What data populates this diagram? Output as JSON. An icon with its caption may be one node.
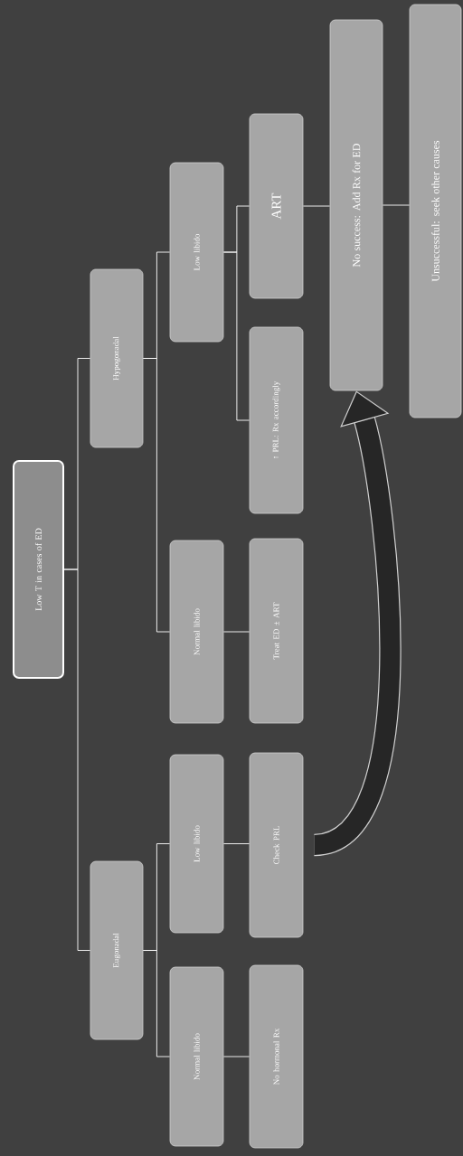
{
  "diagram": {
    "nodes": [
      {
        "text": [
          "Low T in cases of ED"
        ]
      },
      {
        "text": [
          "Eugonadal"
        ]
      },
      {
        "text": [
          "Hypogonadal"
        ]
      },
      {
        "text": [
          "Normal libido"
        ]
      },
      {
        "text": [
          "Low libido"
        ]
      },
      {
        "text": [
          "Normal libido"
        ]
      },
      {
        "text": [
          "Low libido"
        ]
      },
      {
        "text": [
          "No hormonal Rx"
        ]
      },
      {
        "text": [
          "Check PRL"
        ]
      },
      {
        "text": [
          "Treat ED ± ART"
        ]
      },
      {
        "text": [
          "↑ PRL: Rx accordingly"
        ]
      },
      {
        "text": [
          "ART"
        ]
      },
      {
        "text": [
          "No success: Add Rx for ED"
        ]
      },
      {
        "text": [
          "Unsuccessful: seek other causes"
        ]
      }
    ],
    "edges": [
      {
        "from": 0,
        "to": 1,
        "arrow": "none"
      },
      {
        "from": 0,
        "to": 2,
        "arrow": "none"
      },
      {
        "from": 1,
        "to": 3,
        "arrow": "none"
      },
      {
        "from": 1,
        "to": 4,
        "arrow": "none"
      },
      {
        "from": 2,
        "to": 5,
        "arrow": "none"
      },
      {
        "from": 2,
        "to": 6,
        "arrow": "none"
      },
      {
        "from": 3,
        "to": 7,
        "arrow": "none"
      },
      {
        "from": 4,
        "to": 8,
        "arrow": "none"
      },
      {
        "from": 5,
        "to": 9,
        "arrow": "none"
      },
      {
        "from": 6,
        "to": 10,
        "arrow": "none"
      },
      {
        "from": 6,
        "to": 11,
        "arrow": "none"
      },
      {
        "from": 11,
        "to": 12,
        "arrow": "none"
      },
      {
        "from": 12,
        "to": 13,
        "arrow": "none"
      },
      {
        "from": 8,
        "to": 12,
        "arrow": "to",
        "style": "thick"
      }
    ]
  }
}
